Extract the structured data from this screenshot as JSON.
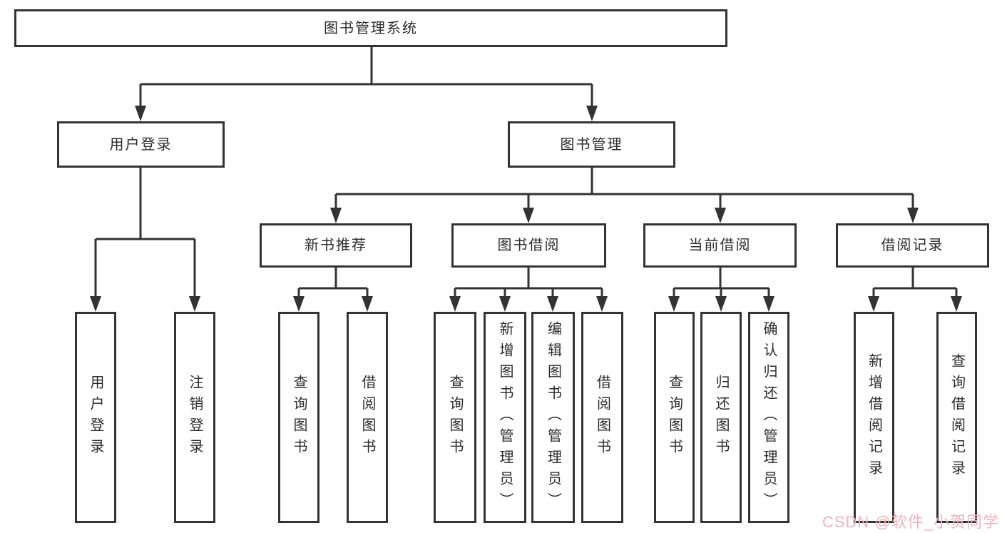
{
  "tree": {
    "root": "图书管理系统",
    "branches": [
      {
        "label": "用户登录",
        "children": [
          "用户登录",
          "注销登录"
        ]
      },
      {
        "label": "图书管理",
        "sections": [
          {
            "label": "新书推荐",
            "children": [
              "查询图书",
              "借阅图书"
            ]
          },
          {
            "label": "图书借阅",
            "children": [
              "查询图书",
              "新增图书（管理员）",
              "编辑图书（管理员）",
              "借阅图书"
            ]
          },
          {
            "label": "当前借阅",
            "children": [
              "查询图书",
              "归还图书",
              "确认归还（管理员）"
            ]
          },
          {
            "label": "借阅记录",
            "children": [
              "新增借阅记录",
              "查询借阅记录"
            ]
          }
        ]
      }
    ]
  },
  "watermark": {
    "text": "CSDN @软件_小贺同学",
    "color": "#f1b2bc"
  },
  "colors": {
    "line": "#333333",
    "box_border": "#333333",
    "text": "#2b2b2b",
    "background": "#ffffff"
  }
}
